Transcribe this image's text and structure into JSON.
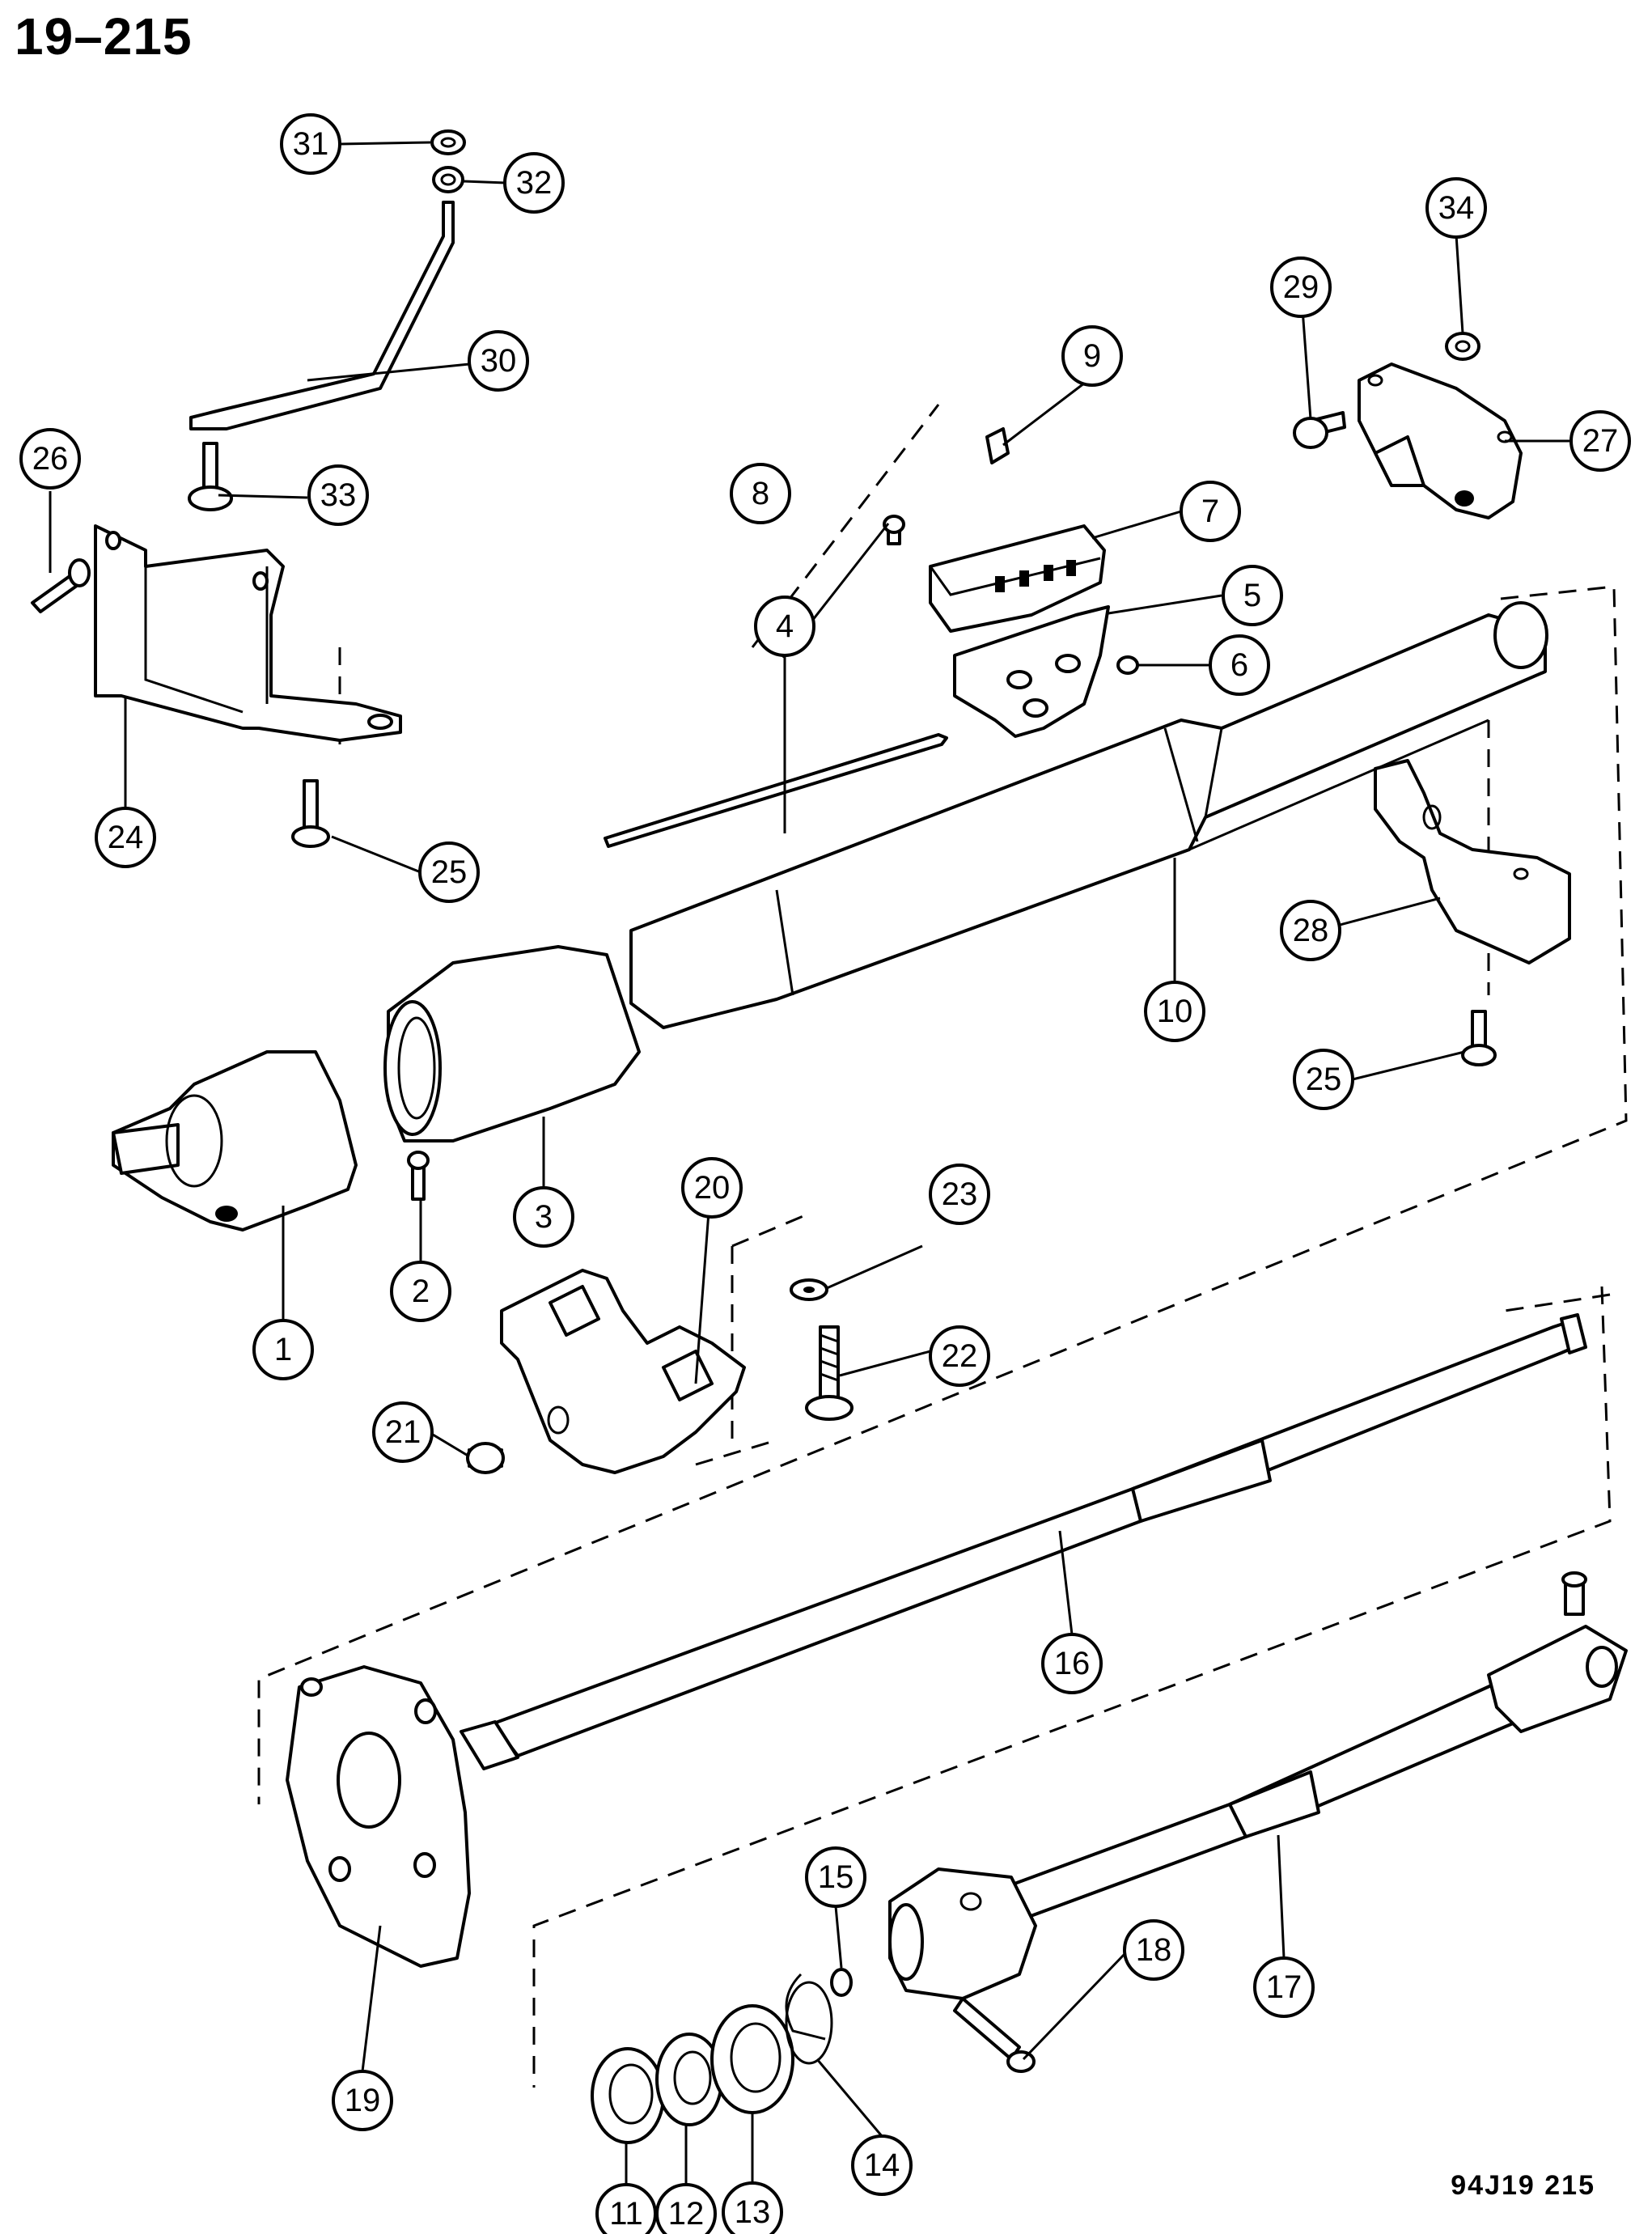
{
  "header": {
    "page_number": "19–215"
  },
  "footer": {
    "figure_code": "94J19 215"
  },
  "callouts": [
    {
      "id": "c1",
      "label": "1"
    },
    {
      "id": "c2",
      "label": "2"
    },
    {
      "id": "c3",
      "label": "3"
    },
    {
      "id": "c4",
      "label": "4"
    },
    {
      "id": "c5",
      "label": "5"
    },
    {
      "id": "c6",
      "label": "6"
    },
    {
      "id": "c7",
      "label": "7"
    },
    {
      "id": "c8",
      "label": "8"
    },
    {
      "id": "c9",
      "label": "9"
    },
    {
      "id": "c10",
      "label": "10"
    },
    {
      "id": "c11",
      "label": "11"
    },
    {
      "id": "c12",
      "label": "12"
    },
    {
      "id": "c13",
      "label": "13"
    },
    {
      "id": "c14",
      "label": "14"
    },
    {
      "id": "c15",
      "label": "15"
    },
    {
      "id": "c16",
      "label": "16"
    },
    {
      "id": "c17",
      "label": "17"
    },
    {
      "id": "c18",
      "label": "18"
    },
    {
      "id": "c19",
      "label": "19"
    },
    {
      "id": "c20",
      "label": "20"
    },
    {
      "id": "c21",
      "label": "21"
    },
    {
      "id": "c22",
      "label": "22"
    },
    {
      "id": "c23",
      "label": "23"
    },
    {
      "id": "c24",
      "label": "24"
    },
    {
      "id": "c25a",
      "label": "25"
    },
    {
      "id": "c25b",
      "label": "25"
    },
    {
      "id": "c26",
      "label": "26"
    },
    {
      "id": "c27",
      "label": "27"
    },
    {
      "id": "c28",
      "label": "28"
    },
    {
      "id": "c29",
      "label": "29"
    },
    {
      "id": "c30",
      "label": "30"
    },
    {
      "id": "c31",
      "label": "31"
    },
    {
      "id": "c32",
      "label": "32"
    },
    {
      "id": "c33",
      "label": "33"
    },
    {
      "id": "c34",
      "label": "34"
    }
  ]
}
